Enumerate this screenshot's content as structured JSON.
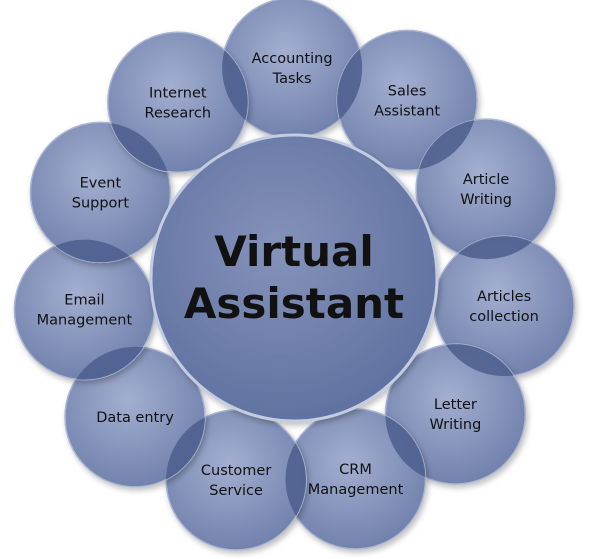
{
  "center": {
    "lines": [
      "Virtual",
      "Assistant"
    ]
  },
  "services": [
    {
      "id": "accounting-tasks",
      "lines": [
        "Accounting",
        "Tasks"
      ]
    },
    {
      "id": "sales-assistant",
      "lines": [
        "Sales",
        "Assistant"
      ]
    },
    {
      "id": "article-writing",
      "lines": [
        "Article",
        "Writing"
      ]
    },
    {
      "id": "articles-collection",
      "lines": [
        "Articles",
        "collection"
      ]
    },
    {
      "id": "letter-writing",
      "lines": [
        "Letter",
        "Writing"
      ]
    },
    {
      "id": "crm-management",
      "lines": [
        "CRM",
        "Management"
      ]
    },
    {
      "id": "customer-service",
      "lines": [
        "Customer",
        "Service"
      ]
    },
    {
      "id": "data-entry",
      "lines": [
        "Data entry"
      ]
    },
    {
      "id": "email-management",
      "lines": [
        "Email",
        "Management"
      ]
    },
    {
      "id": "event-support",
      "lines": [
        "Event",
        "Support"
      ]
    },
    {
      "id": "internet-research",
      "lines": [
        "Internet",
        "Research"
      ]
    }
  ],
  "colors": {
    "outer_fill": "#7f8eb4",
    "outer_stroke": "#aab6d2",
    "overlap_fill": "#4c5e8e",
    "center_fill": "#6a7ba7",
    "center_stroke": "#c3cce0",
    "text": "#111111"
  }
}
